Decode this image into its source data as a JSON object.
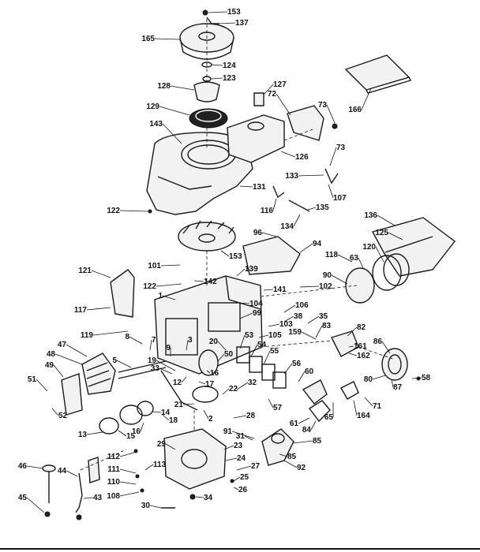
{
  "labels": [
    "153",
    "137",
    "165",
    "124",
    "123",
    "128",
    "129",
    "143",
    "127",
    "72",
    "73",
    "166",
    "126",
    "73",
    "133",
    "131",
    "116",
    "107",
    "122",
    "135",
    "134",
    "136",
    "125",
    "96",
    "94",
    "101",
    "153",
    "121",
    "118",
    "63",
    "120",
    "122",
    "142",
    "139",
    "90",
    "117",
    "104",
    "141",
    "102",
    "1",
    "106",
    "38",
    "119",
    "99",
    "35",
    "103",
    "105",
    "159",
    "83",
    "82",
    "48",
    "47",
    "19",
    "53",
    "54",
    "55",
    "161",
    "162",
    "86",
    "49",
    "20",
    "33",
    "16",
    "17",
    "56",
    "32",
    "22",
    "60",
    "80",
    "58",
    "51",
    "52",
    "21",
    "28",
    "57",
    "61",
    "84",
    "65",
    "164",
    "71",
    "16",
    "14",
    "15",
    "18",
    "91",
    "85",
    "92",
    "5",
    "8",
    "7",
    "9",
    "3",
    "23",
    "24",
    "29",
    "112",
    "111",
    "113",
    "110",
    "108",
    "30",
    "34",
    "27",
    "25",
    "26",
    "46",
    "44",
    "43",
    "45",
    "2",
    "50",
    "31",
    "87",
    "85",
    "13",
    "12"
  ]
}
